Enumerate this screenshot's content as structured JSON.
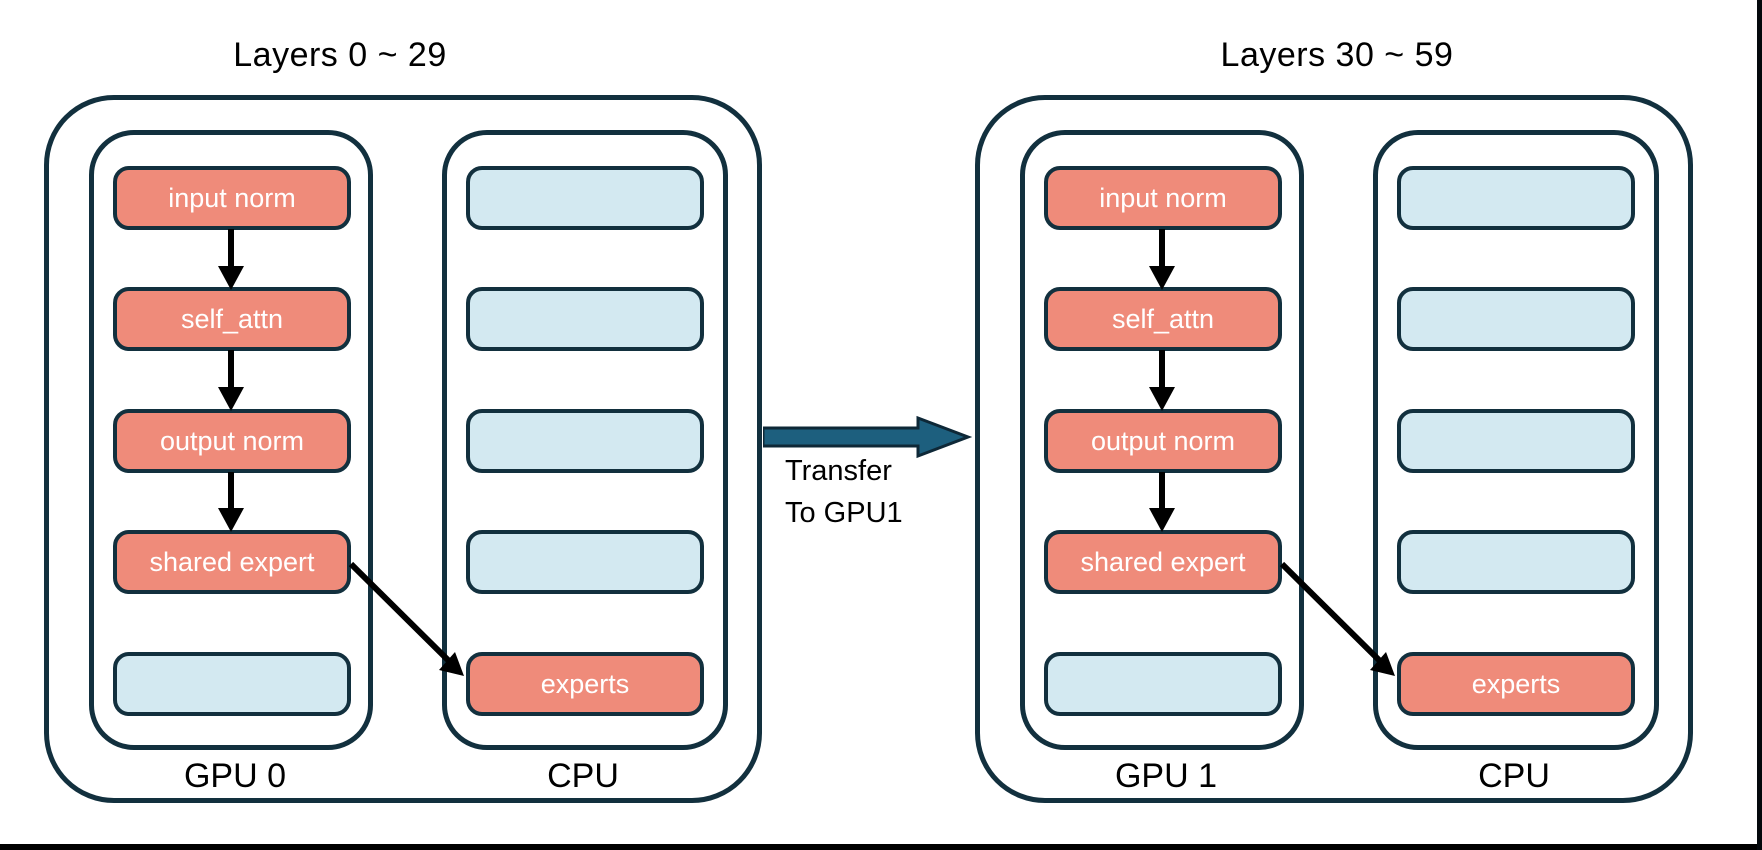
{
  "diagram": {
    "groups": [
      {
        "title": "Layers 0 ~ 29",
        "device_labels": {
          "gpu": "GPU 0",
          "cpu": "CPU"
        },
        "gpu_boxes": [
          "input norm",
          "self_attn",
          "output norm",
          "shared expert",
          ""
        ],
        "cpu_boxes": [
          "",
          "",
          "",
          "",
          "experts"
        ]
      },
      {
        "title": "Layers 30 ~ 59",
        "device_labels": {
          "gpu": "GPU 1",
          "cpu": "CPU"
        },
        "gpu_boxes": [
          "input norm",
          "self_attn",
          "output norm",
          "shared expert",
          ""
        ],
        "cpu_boxes": [
          "",
          "",
          "",
          "",
          "experts"
        ]
      }
    ],
    "transfer": {
      "line1": "Transfer",
      "line2": "To GPU1"
    },
    "colors": {
      "ink": "#12303E",
      "module_fill": "#EF8B7A",
      "empty_fill": "#D3E9F1",
      "transfer_fill": "#1D5F7E",
      "transfer_stroke": "#0E2837",
      "flow_arrow": "#000000",
      "text_on_module": "#FFFFFF",
      "text": "#000000"
    }
  }
}
